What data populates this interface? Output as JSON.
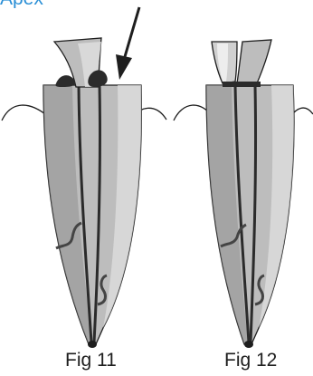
{
  "figures": [
    {
      "caption": "Fig 11"
    },
    {
      "caption": "Fig 12"
    }
  ],
  "cropped_top_text": "Apex",
  "colors": {
    "tooth_fill": "#bdbdbd",
    "tooth_shade": "#8f8f8f",
    "root_dark": "#2b2b2b",
    "canal_light": "#e6e6e6",
    "caption_text": "#1e1e1e",
    "cropped_text": "#2a8fd6"
  },
  "icons": [
    "arrow-down-icon"
  ]
}
